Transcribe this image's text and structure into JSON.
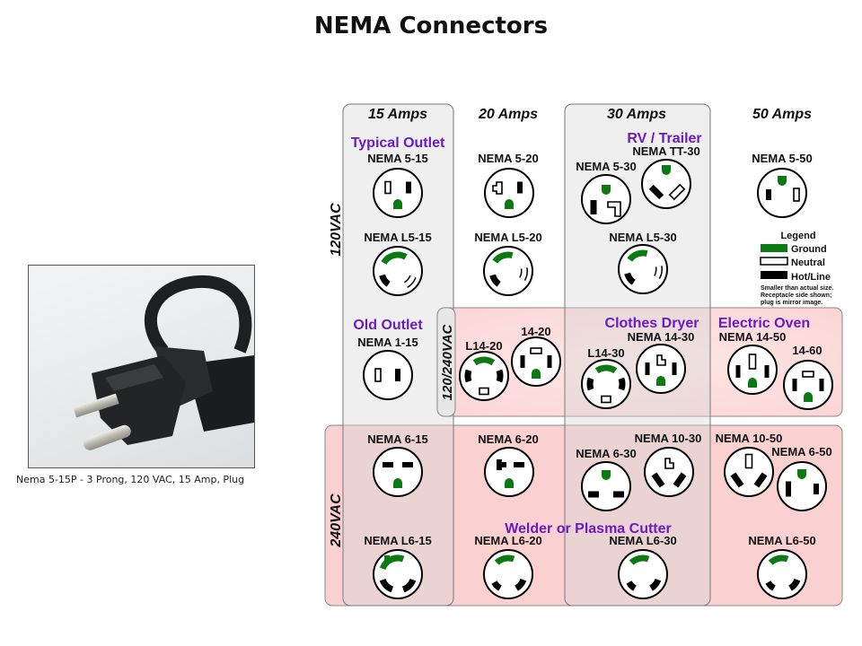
{
  "title": "NEMA Connectors",
  "photo": {
    "icon": "power-plug-photo",
    "caption": "Nema 5-15P - 3 Prong, 120 VAC, 15 Amp, Plug"
  },
  "colors": {
    "ground": "#0b7a12",
    "neutral": "#ffffff",
    "hot": "#000000",
    "category_text": "#6a1bc2",
    "band_pink": "#fbd0d0",
    "column_gray": "#efefef"
  },
  "amp_headers": [
    "15 Amps",
    "20 Amps",
    "30 Amps",
    "50 Amps"
  ],
  "voltage_labels": {
    "v120": "120VAC",
    "v120_240": "120/240VAC",
    "v240": "240VAC"
  },
  "categories": {
    "typical_outlet": "Typical Outlet",
    "rv_trailer": "RV / Trailer",
    "old_outlet": "Old Outlet",
    "clothes_dryer": "Clothes Dryer",
    "electric_oven": "Electric Oven",
    "welder": "Welder or Plasma Cutter"
  },
  "legend": {
    "title": "Legend",
    "items": [
      {
        "label": "Ground",
        "kind": "ground"
      },
      {
        "label": "Neutral",
        "kind": "neutral"
      },
      {
        "label": "Hot/Line",
        "kind": "hot"
      }
    ],
    "note": [
      "Smaller than actual size.",
      "Receptacle side shown;",
      "plug is mirror image."
    ]
  },
  "connectors": [
    {
      "id": "5-15",
      "label": "NEMA 5-15",
      "voltage": "120VAC",
      "amps": 15,
      "style": "5-15"
    },
    {
      "id": "5-20",
      "label": "NEMA 5-20",
      "voltage": "120VAC",
      "amps": 20,
      "style": "5-20"
    },
    {
      "id": "5-30",
      "label": "NEMA 5-30",
      "voltage": "120VAC",
      "amps": 30,
      "style": "5-30"
    },
    {
      "id": "TT-30",
      "label": "NEMA TT-30",
      "voltage": "120VAC",
      "amps": 30,
      "style": "tt-30"
    },
    {
      "id": "5-50",
      "label": "NEMA 5-50",
      "voltage": "120VAC",
      "amps": 50,
      "style": "5-50"
    },
    {
      "id": "L5-15",
      "label": "NEMA L5-15",
      "voltage": "120VAC",
      "amps": 15,
      "style": "l5"
    },
    {
      "id": "L5-20",
      "label": "NEMA L5-20",
      "voltage": "120VAC",
      "amps": 20,
      "style": "l5b"
    },
    {
      "id": "L5-30",
      "label": "NEMA L5-30",
      "voltage": "120VAC",
      "amps": 30,
      "style": "l5b"
    },
    {
      "id": "1-15",
      "label": "NEMA 1-15",
      "voltage": "120VAC",
      "amps": 15,
      "style": "1-15"
    },
    {
      "id": "L14-20",
      "label": "L14-20",
      "voltage": "120/240VAC",
      "amps": 20,
      "style": "l14"
    },
    {
      "id": "14-20",
      "label": "14-20",
      "voltage": "120/240VAC",
      "amps": 20,
      "style": "14-20"
    },
    {
      "id": "L14-30",
      "label": "L14-30",
      "voltage": "120/240VAC",
      "amps": 30,
      "style": "l14"
    },
    {
      "id": "14-30",
      "label": "NEMA 14-30",
      "voltage": "120/240VAC",
      "amps": 30,
      "style": "14-30"
    },
    {
      "id": "14-50",
      "label": "NEMA 14-50",
      "voltage": "120/240VAC",
      "amps": 50,
      "style": "14-50"
    },
    {
      "id": "14-60",
      "label": "14-60",
      "voltage": "120/240VAC",
      "amps": 50,
      "style": "14-20"
    },
    {
      "id": "6-15",
      "label": "NEMA 6-15",
      "voltage": "240VAC",
      "amps": 15,
      "style": "6-15"
    },
    {
      "id": "6-20",
      "label": "NEMA 6-20",
      "voltage": "240VAC",
      "amps": 20,
      "style": "6-20"
    },
    {
      "id": "6-30",
      "label": "NEMA 6-30",
      "voltage": "240VAC",
      "amps": 30,
      "style": "6-30"
    },
    {
      "id": "10-30",
      "label": "NEMA 10-30",
      "voltage": "240VAC",
      "amps": 30,
      "style": "10-30"
    },
    {
      "id": "10-50",
      "label": "NEMA 10-50",
      "voltage": "240VAC",
      "amps": 50,
      "style": "10-50"
    },
    {
      "id": "6-50",
      "label": "NEMA 6-50",
      "voltage": "240VAC",
      "amps": 50,
      "style": "6-50"
    },
    {
      "id": "L6-15",
      "label": "NEMA L6-15",
      "voltage": "240VAC",
      "amps": 15,
      "style": "l6a"
    },
    {
      "id": "L6-20",
      "label": "NEMA L6-20",
      "voltage": "240VAC",
      "amps": 20,
      "style": "l6b"
    },
    {
      "id": "L6-30",
      "label": "NEMA L6-30",
      "voltage": "240VAC",
      "amps": 30,
      "style": "l6b"
    },
    {
      "id": "L6-50",
      "label": "NEMA L6-50",
      "voltage": "240VAC",
      "amps": 50,
      "style": "l6b"
    }
  ]
}
